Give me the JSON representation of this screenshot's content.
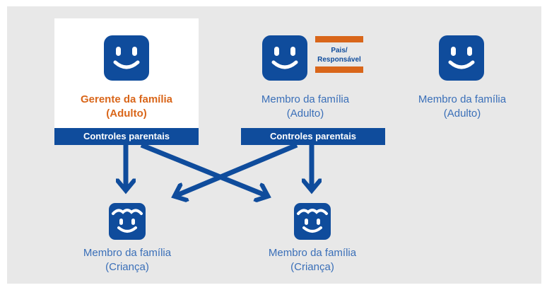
{
  "nodes": {
    "manager": {
      "name": "Gerente da família",
      "role": "(Adulto)"
    },
    "adult_member_1": {
      "name": "Membro da família",
      "role": "(Adulto)"
    },
    "adult_member_2": {
      "name": "Membro da família",
      "role": "(Adulto)"
    },
    "child_1": {
      "name": "Membro da família",
      "role": "(Criança)"
    },
    "child_2": {
      "name": "Membro da família",
      "role": "(Criança)"
    }
  },
  "badge": {
    "line1": "Pais/",
    "line2": "Responsável"
  },
  "banners": {
    "left": "Controles parentais",
    "right": "Controles parentais"
  },
  "colors": {
    "navy": "#0f4c9c",
    "label_blue": "#3a6fb8",
    "manager_orange": "#d9661a",
    "badge_orange": "#d9661a",
    "background": "#e8e8e8"
  },
  "icons": {
    "adult": "smiley-face-icon",
    "child": "child-face-icon",
    "badge": "parent-guardian-badge-icon"
  }
}
